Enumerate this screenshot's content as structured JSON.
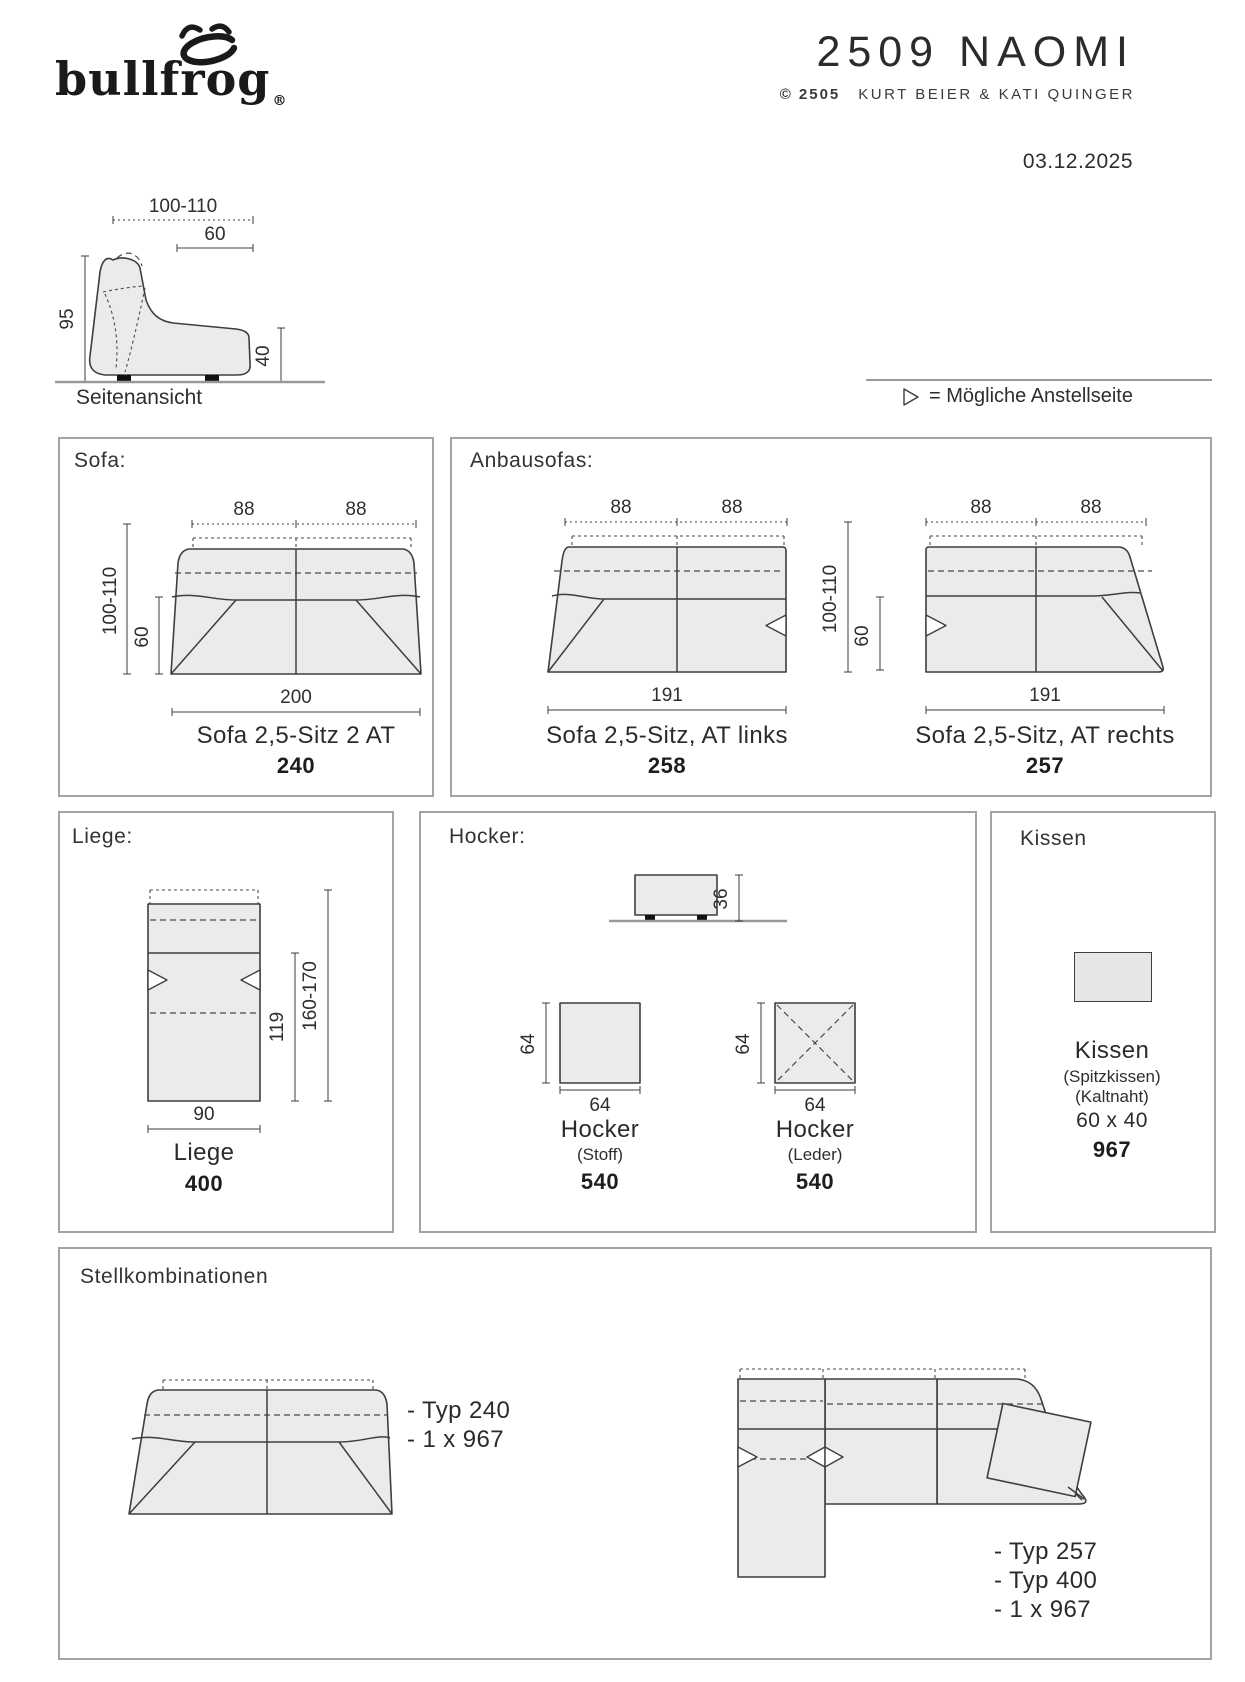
{
  "header": {
    "brand": "bullfrog",
    "registered_mark": "®",
    "model": "2509 NAOMI",
    "copyright": "© 2505",
    "designers": "KURT BEIER & KATI QUINGER",
    "date": "03.12.2025"
  },
  "side_view": {
    "label": "Seitenansicht",
    "dim_depth_total": "100-110",
    "dim_seat_depth": "60",
    "dim_height": "95",
    "dim_seat_height": "40"
  },
  "legend": {
    "text": "= Mögliche Anstellseite"
  },
  "sofa_box": {
    "title": "Sofa:",
    "dim_top_left": "88",
    "dim_top_right": "88",
    "dim_depth": "100-110",
    "dim_seat": "60",
    "dim_width": "200",
    "caption": "Sofa 2,5-Sitz 2 AT",
    "code": "240"
  },
  "anbau_box": {
    "title": "Anbausofas:",
    "dim_depth": "100-110",
    "dim_seat": "60",
    "links": {
      "dim_top_left": "88",
      "dim_top_right": "88",
      "dim_width": "191",
      "caption": "Sofa 2,5-Sitz, AT links",
      "code": "258"
    },
    "rechts": {
      "dim_top_left": "88",
      "dim_top_right": "88",
      "dim_width": "191",
      "caption": "Sofa 2,5-Sitz, AT rechts",
      "code": "257"
    }
  },
  "liege_box": {
    "title": "Liege:",
    "dim_inner": "119",
    "dim_length": "160-170",
    "dim_width": "90",
    "caption": "Liege",
    "code": "400"
  },
  "hocker_box": {
    "title": "Hocker:",
    "dim_height": "36",
    "stoff": {
      "dim_w": "64",
      "dim_d": "64",
      "caption": "Hocker",
      "variant": "(Stoff)",
      "code": "540"
    },
    "leder": {
      "dim_w": "64",
      "dim_d": "64",
      "caption": "Hocker",
      "variant": "(Leder)",
      "code": "540"
    }
  },
  "kissen_box": {
    "title": "Kissen",
    "caption": "Kissen",
    "variant1": "(Spitzkissen)",
    "variant2": "(Kaltnaht)",
    "size": "60 x 40",
    "code": "967"
  },
  "kombi_box": {
    "title": "Stellkombinationen",
    "combo1": {
      "line1": "- Typ 240",
      "line2": "- 1 x 967"
    },
    "combo2": {
      "line1": "- Typ 257",
      "line2": "- Typ 400",
      "line3": "- 1 x 967"
    }
  },
  "colors": {
    "drawing_fill": "#ebebeb",
    "box_border": "#a3a3a3",
    "text": "#2e2e2e"
  }
}
